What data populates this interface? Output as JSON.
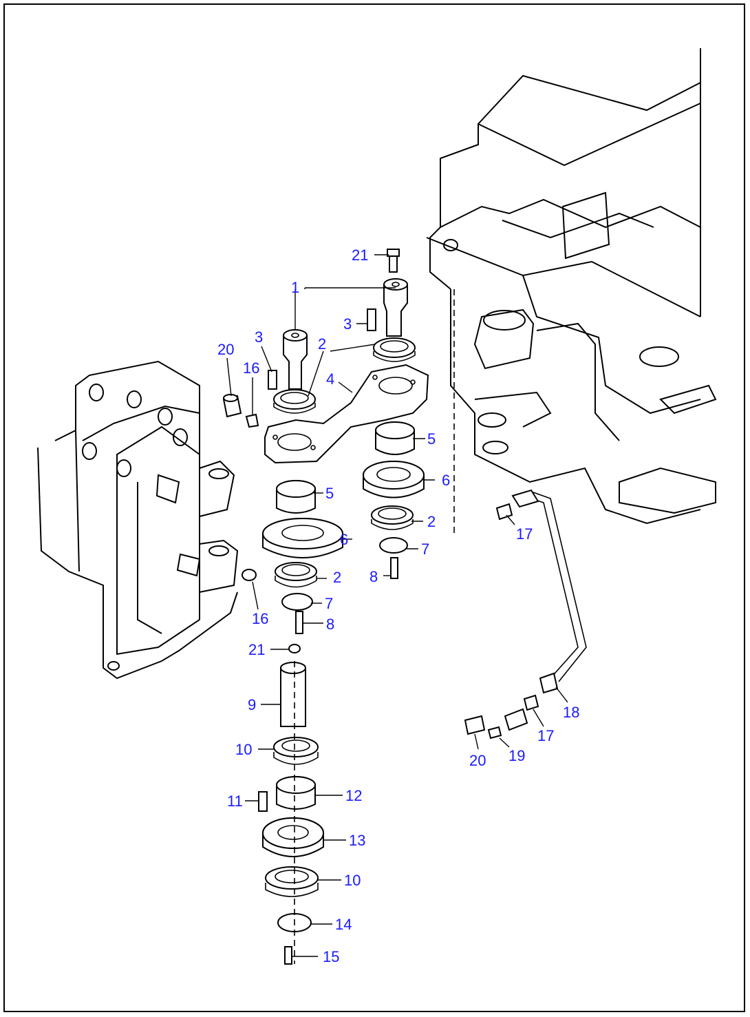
{
  "diagram": {
    "callouts": [
      {
        "id": "c21a",
        "text": "21"
      },
      {
        "id": "c1",
        "text": "1"
      },
      {
        "id": "c3a",
        "text": "3"
      },
      {
        "id": "c3b",
        "text": "3"
      },
      {
        "id": "c2a",
        "text": "2"
      },
      {
        "id": "c20a",
        "text": "20"
      },
      {
        "id": "c16a",
        "text": "16"
      },
      {
        "id": "c4",
        "text": "4"
      },
      {
        "id": "c5a",
        "text": "5"
      },
      {
        "id": "c6a",
        "text": "6"
      },
      {
        "id": "c5b",
        "text": "5"
      },
      {
        "id": "c2b",
        "text": "2"
      },
      {
        "id": "c7a",
        "text": "7"
      },
      {
        "id": "c6b",
        "text": "6"
      },
      {
        "id": "c2c",
        "text": "2"
      },
      {
        "id": "c8a",
        "text": "8"
      },
      {
        "id": "c7b",
        "text": "7"
      },
      {
        "id": "c16b",
        "text": "16"
      },
      {
        "id": "c8b",
        "text": "8"
      },
      {
        "id": "c21b",
        "text": "21"
      },
      {
        "id": "c9",
        "text": "9"
      },
      {
        "id": "c10a",
        "text": "10"
      },
      {
        "id": "c12",
        "text": "12"
      },
      {
        "id": "c11",
        "text": "11"
      },
      {
        "id": "c13",
        "text": "13"
      },
      {
        "id": "c10b",
        "text": "10"
      },
      {
        "id": "c14",
        "text": "14"
      },
      {
        "id": "c15",
        "text": "15"
      },
      {
        "id": "c17a",
        "text": "17"
      },
      {
        "id": "c18",
        "text": "18"
      },
      {
        "id": "c17b",
        "text": "17"
      },
      {
        "id": "c20b",
        "text": "20"
      },
      {
        "id": "c19",
        "text": "19"
      }
    ]
  },
  "colors": {
    "callout": "#1a1aff",
    "line": "#000000",
    "background": "#ffffff"
  }
}
